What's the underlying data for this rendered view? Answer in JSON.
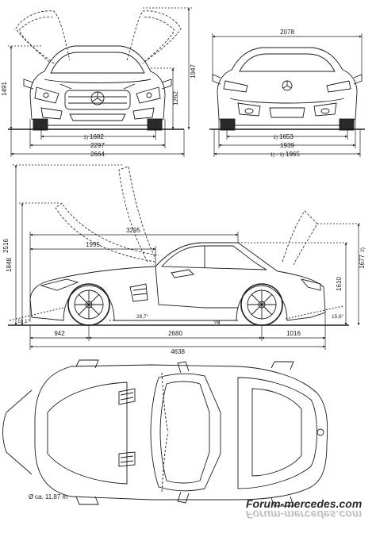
{
  "front_view": {
    "height": "1491",
    "height_doors_open": "1947",
    "overall_height_side": "1262",
    "track": "1682",
    "track_prefix": "1)",
    "width": "2297",
    "width_doors_open": "2664"
  },
  "rear_view": {
    "width_mirrors": "2078",
    "track": "1653",
    "track_prefix": "1)",
    "width": "1939",
    "width_alt": "1965",
    "width_alt_prefix": "1) - 1)"
  },
  "side_view": {
    "height_doors_open": "2516",
    "height": "1848",
    "rear_height": "1610",
    "rear_height_alt": "1677",
    "rear_height_alt_prefix": "2)",
    "door_span": "3295",
    "front_to_pillar": "1995",
    "approach_angle": "19,1°",
    "breakover_angle": "28,7°",
    "ground_clearance": "99",
    "departure_angle": "15,6°",
    "front_overhang": "942",
    "wheelbase": "2680",
    "rear_overhang": "1016",
    "length": "4638"
  },
  "top_view": {
    "turning_circle": "ca. 11,87 m",
    "turning_circle_symbol": "Ø"
  },
  "watermark": {
    "text": "Forum-mercedes.com"
  }
}
